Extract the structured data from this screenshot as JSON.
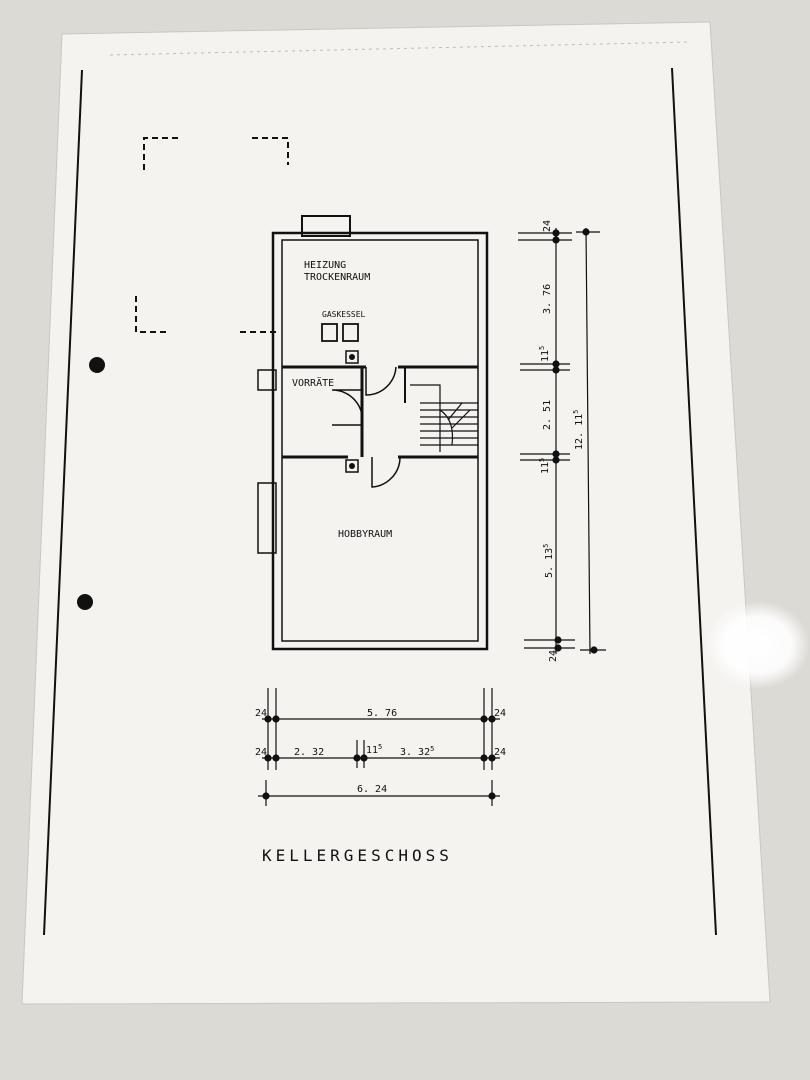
{
  "drawing": {
    "title": "KELLERGESCHOSS",
    "rooms": {
      "heizung_line1": "HEIZUNG",
      "heizung_line2": "TROCKENRAUM",
      "gaskessel": "GASKESSEL",
      "vorrate": "VORRÄTE",
      "hobbyraum": "HOBBYRAUM"
    },
    "dims_horizontal": {
      "row1_left": "24",
      "row1_mid": "5. 76",
      "row1_right": "24",
      "row2_left": "24",
      "row2_a": "2. 32",
      "row2_b": "11",
      "row2_b_sup": "5",
      "row2_c": "3. 32",
      "row2_c_sup": "5",
      "row2_right": "24",
      "row3_total": "6. 24"
    },
    "dims_vertical": {
      "top": "24",
      "a": "3. 76",
      "b": "11",
      "b_sup": "5",
      "c": "2. 51",
      "d": "11",
      "d_sup": "5",
      "e": "5. 13",
      "e_sup": "5",
      "bottom": "24",
      "total": "12. 11",
      "total_sup": "5"
    }
  },
  "colors": {
    "paper": "#f4f3f0",
    "ink": "#111111",
    "surface": "#dcdad4"
  }
}
